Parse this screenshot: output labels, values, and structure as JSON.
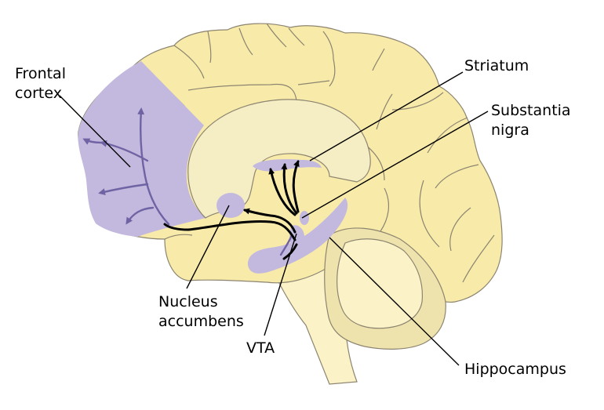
{
  "labels": {
    "frontal_cortex": [
      "Frontal",
      "cortex"
    ],
    "striatum": "Striatum",
    "substantia_nigra": [
      "Substantia",
      "nigra"
    ],
    "nucleus_accumbens": [
      "Nucleus",
      "accumbens"
    ],
    "vta": "VTA",
    "hippocampus": "Hippocampus"
  },
  "colors": {
    "brain_fill": "#f8ebaa",
    "brain_outline": "#8c8470",
    "inner_fill": "#f5eec4",
    "stem_fill": "#fbf3c7",
    "cerebellum_fill": "#efe3ad",
    "dopamine_region": "#c3b9de",
    "dopamine_path": "#6f63a3",
    "pathway": "#000000",
    "leader_line": "#000000"
  }
}
